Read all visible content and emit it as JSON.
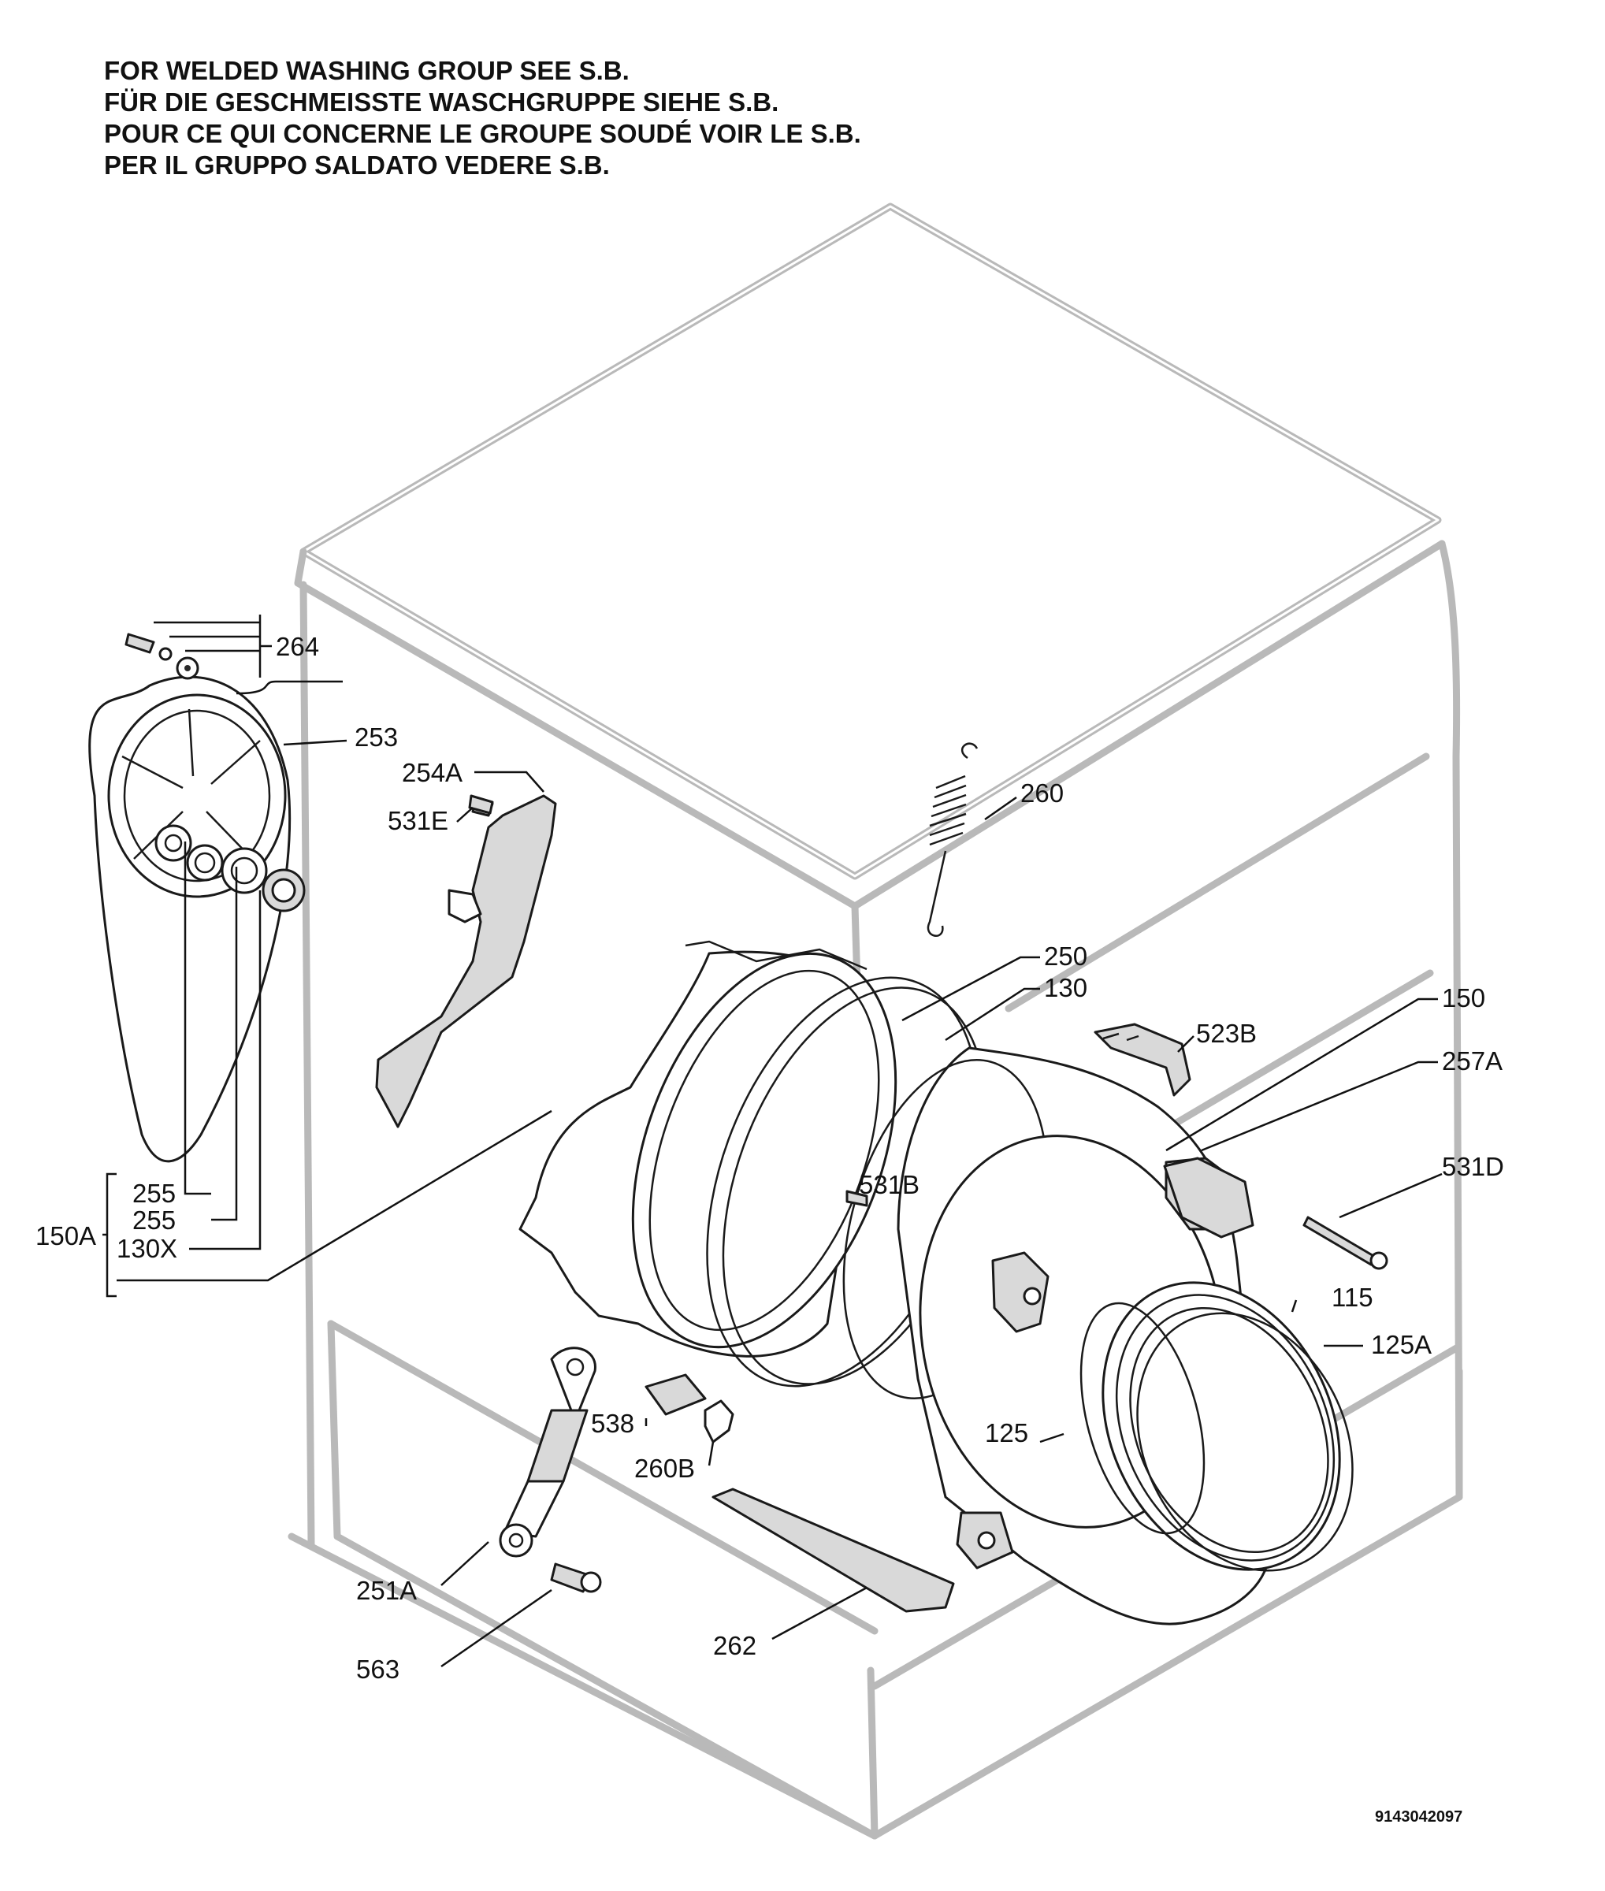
{
  "notes": {
    "en": "FOR WELDED WASHING GROUP SEE S.B.",
    "de": "FÜR DIE GESCHMEISSTE WASCHGRUPPE SIEHE S.B.",
    "fr": "POUR CE QUI CONCERNE LE GROUPE SOUDÉ VOIR LE S.B.",
    "it": "PER IL GRUPPO SALDATO VEDERE S.B."
  },
  "labels": {
    "p264": "264",
    "p253": "253",
    "p254A": "254A",
    "p531E": "531E",
    "p260": "260",
    "p250": "250",
    "p130": "130",
    "p150": "150",
    "p523B": "523B",
    "p257A": "257A",
    "p531D": "531D",
    "p531B": "531B",
    "p115": "115",
    "p125A": "125A",
    "p125": "125",
    "p255a": "255",
    "p255b": "255",
    "p150A": "150A",
    "p130X": "130X",
    "p538": "538",
    "p260B": "260B",
    "p251A": "251A",
    "p563": "563",
    "p262": "262"
  },
  "drawing_code": "9143042097"
}
